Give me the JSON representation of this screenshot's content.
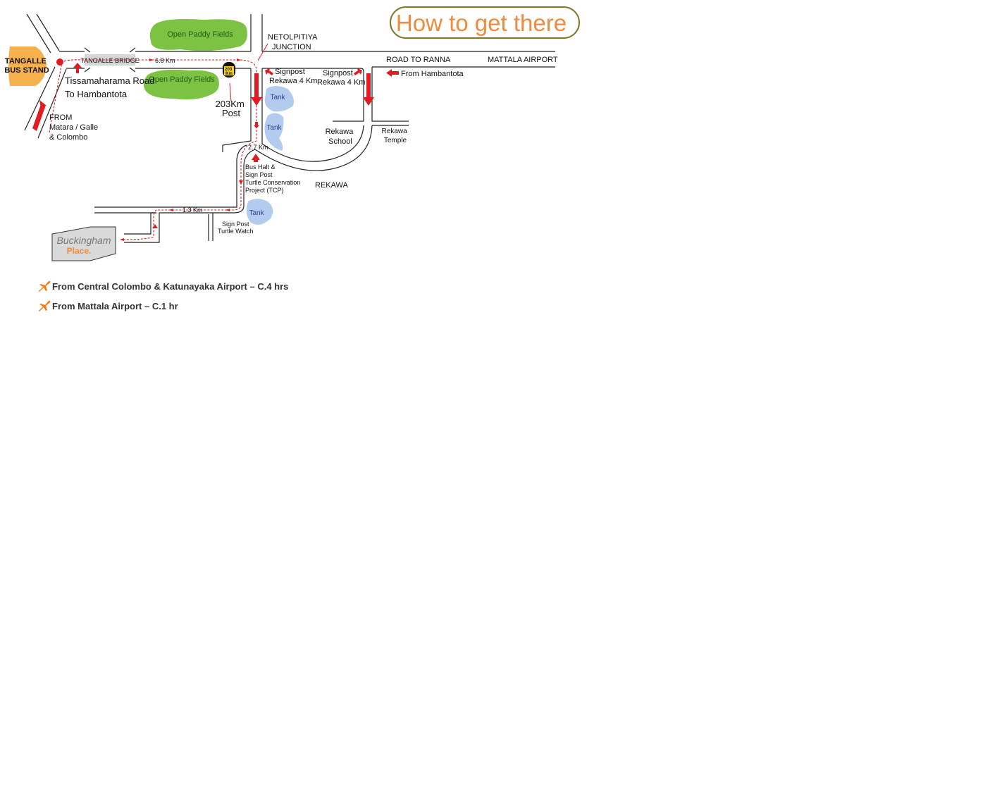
{
  "title": "How to get there",
  "places": {
    "bus_stand": "TANGALLE\nBUS STAND",
    "bridge": "TANGALLE BRIDGE",
    "junction": "NETOLPITIYA\nJUNCTION",
    "road_to_ranna": "ROAD TO RANNA",
    "mattala_airport": "MATTALA AIRPORT",
    "tissa_road": "Tissamaharama Road\nTo Hambantota",
    "from_matara": "FROM\nMatara / Galle\n& Colombo",
    "from_hambantota": "From Hambantota",
    "rekawa": "REKAWA",
    "rekawa_school": "Rekawa\nSchool",
    "rekawa_temple": "Rekawa\nTemple",
    "signpost_left": "Signpost\nRekawa 4 Km",
    "signpost_right": "Signpost\nRekawa 4 Km",
    "post_203": "203Km\nPost",
    "post_203_badge": "203\nKm",
    "bus_halt": "Bus Halt &\nSign Post\nTurtle Conservation\nProject (TCP)",
    "sign_turtle_watch": "Sign Post\nTurtle Watch",
    "paddy_top": "Open Paddy Fields",
    "paddy_bottom": "Open Paddy Fields",
    "tank_1": "Tank",
    "tank_2": "Tank",
    "tank_3": "Tank",
    "hotel_line1": "Buckingham",
    "hotel_line2": "Place."
  },
  "distances": {
    "bridge_to_junction": "6.8 Km",
    "junction_to_rekawa": "2.7 Km",
    "rekawa_to_hotel": "1.3 Km"
  },
  "legend": [
    {
      "icon": "airplane-icon",
      "text": "From Central Colombo & Katunayaka Airport – C.4 hrs"
    },
    {
      "icon": "airplane-icon",
      "text": "From Mattala Airport – C.1 hr"
    }
  ],
  "colors": {
    "title_text": "#f08a3c",
    "title_border": "#7a7a2a",
    "route": "#e21b23",
    "paddy": "#7cc243",
    "tank": "#b3cbee",
    "bus_stand": "#f6b04c",
    "hotel_accent": "#f08a3c",
    "airplane": "#f07a1a"
  }
}
